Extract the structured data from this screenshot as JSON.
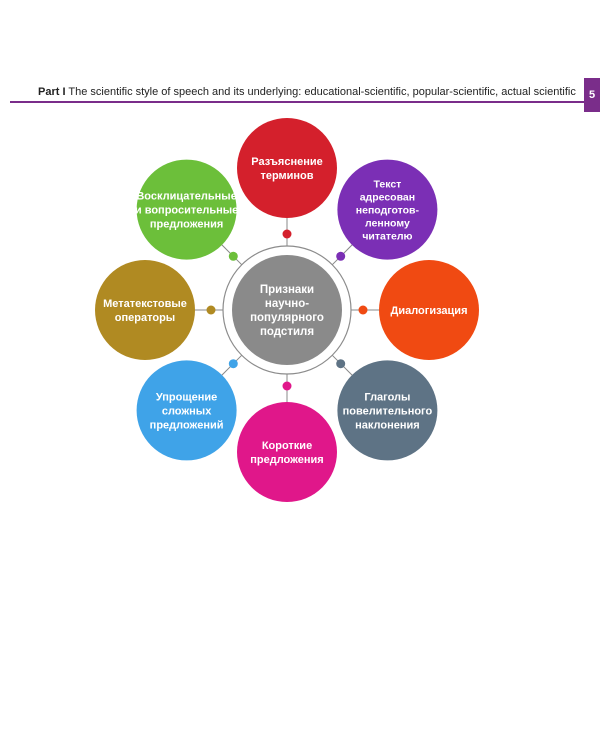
{
  "header": {
    "part_label": "Part I",
    "title": "The scientific style of speech and its underlying: educational-scientific, popular-scientific, actual scientific",
    "page_number": "5",
    "accent_color": "#7a2d8a"
  },
  "diagram": {
    "center": {
      "lines": [
        "Признаки",
        "научно-",
        "популярного",
        "подстиля"
      ],
      "color": "#8a8a8a"
    },
    "nodes": [
      {
        "id": "terms",
        "lines": [
          "Разъяснение",
          "терминов"
        ],
        "color": "#d4202c"
      },
      {
        "id": "text-addressed",
        "lines": [
          "Текст",
          "адресован",
          "неподготов-",
          "ленному",
          "читателю"
        ],
        "color": "#7b2fb5"
      },
      {
        "id": "dialogization",
        "lines": [
          "Диалогизация"
        ],
        "color": "#f04a12"
      },
      {
        "id": "imperative-verbs",
        "lines": [
          "Глаголы",
          "повелительного",
          "наклонения"
        ],
        "color": "#5e7385"
      },
      {
        "id": "short-sentences",
        "lines": [
          "Короткие",
          "предложения"
        ],
        "color": "#e0178a"
      },
      {
        "id": "simplification",
        "lines": [
          "Упрощение",
          "сложных",
          "предложений"
        ],
        "color": "#3fa3e8"
      },
      {
        "id": "metatext",
        "lines": [
          "Метатекстовые",
          "операторы"
        ],
        "color": "#b08a22"
      },
      {
        "id": "exclamatory",
        "lines": [
          "Восклицательные",
          "и вопросительные",
          "предложения"
        ],
        "color": "#6cbf3a"
      }
    ]
  }
}
